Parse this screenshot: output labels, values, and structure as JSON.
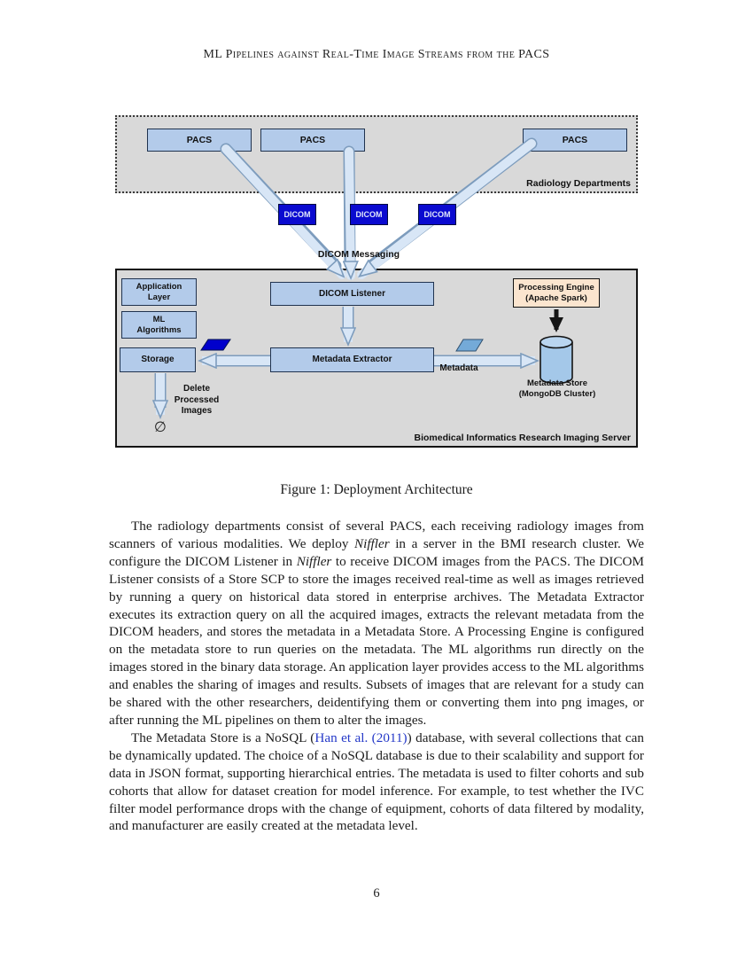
{
  "page": {
    "running_head": "ML Pipelines against Real-Time Image Streams from the PACS",
    "page_number": "6"
  },
  "figure": {
    "caption": "Figure 1: Deployment Architecture",
    "groups": {
      "radiology_label": "Radiology Departments",
      "server_label": "Biomedical Informatics Research Imaging Server"
    },
    "nodes": {
      "pacs1": "PACS",
      "pacs2": "PACS",
      "pacs3": "PACS",
      "dicom1": "DICOM",
      "dicom2": "DICOM",
      "dicom3": "DICOM",
      "application_layer": "Application Layer",
      "ml_algorithms": "ML Algorithms",
      "storage": "Storage",
      "dicom_listener": "DICOM Listener",
      "metadata_extractor": "Metadata Extractor",
      "processing_engine": "Processing Engine (Apache Spark)",
      "metadata_store": "Metadata Store (MongoDB Cluster)"
    },
    "edge_labels": {
      "dicom_messaging": "DICOM Messaging",
      "metadata": "Metadata",
      "delete_processed_images": "Delete Processed Images",
      "empty_set": "∅"
    },
    "colors": {
      "group_gray": "#d9d9d9",
      "node_blue": "#b3cbea",
      "dicom_blue": "#0a0ad0",
      "engine_tan": "#fbe5cf",
      "arrow_fill": "#d8e6f6",
      "arrow_edge": "#7d9cbd",
      "dark_parallelogram": "#0000cc",
      "light_parallelogram": "#74aad8",
      "link_blue": "#2438c8"
    }
  },
  "body": {
    "p1": {
      "s1": "The radiology departments consist of several PACS, each receiving radiology images from scanners of various modalities. We deploy ",
      "s2": "Niffler",
      "s3": " in a server in the BMI research cluster. We configure the DICOM Listener in ",
      "s4": "Niffler",
      "s5": " to receive DICOM images from the PACS. The DICOM Listener consists of a Store SCP to store the images received real-time as well as images retrieved by running a query on historical data stored in enterprise archives. The Metadata Extractor executes its extraction query on all the acquired images, extracts the relevant metadata from the DICOM headers, and stores the metadata in a Metadata Store. A Processing Engine is configured on the metadata store to run queries on the metadata. The ML algorithms run directly on the images stored in the binary data storage. An application layer provides access to the ML algorithms and enables the sharing of images and results. Subsets of images that are relevant for a study can be shared with the other researchers, deidentifying them or converting them into png images, or after running the ML pipelines on them to alter the images."
    },
    "p2": {
      "s1": "The Metadata Store is a NoSQL (",
      "s2": "Han et al. (2011)",
      "s3": ") database, with several collections that can be dynamically updated. The choice of a NoSQL database is due to their scalability and support for data in JSON format, supporting hierarchical entries. The metadata is used to filter cohorts and sub cohorts that allow for dataset creation for model inference. For example, to test whether the IVC filter model performance drops with the change of equipment, cohorts of data filtered by modality, and manufacturer are easily created at the metadata level."
    }
  }
}
